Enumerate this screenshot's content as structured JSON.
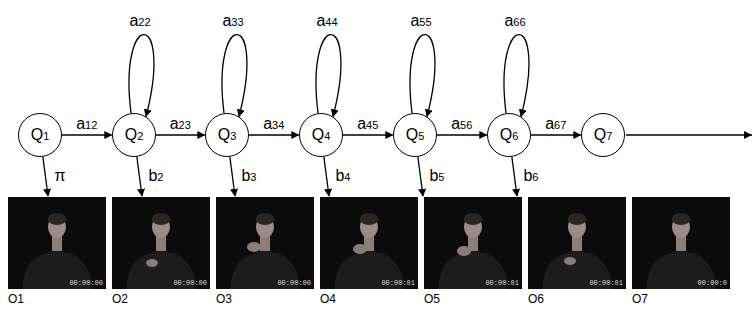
{
  "diagram": {
    "nodes": [
      {
        "text": [
          "Q1"
        ]
      },
      {
        "text": [
          "Q2"
        ]
      },
      {
        "text": [
          "Q3"
        ]
      },
      {
        "text": [
          "Q4"
        ]
      },
      {
        "text": [
          "Q5"
        ]
      },
      {
        "text": [
          "Q6"
        ]
      },
      {
        "text": [
          "Q7"
        ]
      },
      {
        "text": [
          "00:00:00",
          "O1"
        ]
      },
      {
        "text": [
          "00:00:00",
          "O2"
        ]
      },
      {
        "text": [
          "00:00:00",
          "O3"
        ]
      },
      {
        "text": [
          "00:00:01",
          "O4"
        ]
      },
      {
        "text": [
          "00:00:01",
          "O5"
        ]
      },
      {
        "text": [
          "00:00:01",
          "O6"
        ]
      },
      {
        "text": [
          "00:00:0",
          "O7"
        ]
      }
    ],
    "edges": [
      {
        "from": 0,
        "to": 1,
        "label": "a12",
        "arrow": "to"
      },
      {
        "from": 1,
        "to": 2,
        "label": "a23",
        "arrow": "to"
      },
      {
        "from": 2,
        "to": 3,
        "label": "a34",
        "arrow": "to"
      },
      {
        "from": 3,
        "to": 4,
        "label": "a45",
        "arrow": "to"
      },
      {
        "from": 4,
        "to": 5,
        "label": "a56",
        "arrow": "to"
      },
      {
        "from": 5,
        "to": 6,
        "label": "a67",
        "arrow": "to"
      },
      {
        "from": 1,
        "to": 1,
        "label": "a22",
        "arrow": "to"
      },
      {
        "from": 2,
        "to": 2,
        "label": "a33",
        "arrow": "to"
      },
      {
        "from": 3,
        "to": 3,
        "label": "a44",
        "arrow": "to"
      },
      {
        "from": 4,
        "to": 4,
        "label": "a55",
        "arrow": "to"
      },
      {
        "from": 5,
        "to": 5,
        "label": "a66",
        "arrow": "to"
      },
      {
        "from": 0,
        "to": 7,
        "label": "π",
        "arrow": "to"
      },
      {
        "from": 1,
        "to": 8,
        "label": "b2",
        "arrow": "to"
      },
      {
        "from": 2,
        "to": 9,
        "label": "b3",
        "arrow": "to"
      },
      {
        "from": 3,
        "to": 10,
        "label": "b4",
        "arrow": "to"
      },
      {
        "from": 4,
        "to": 11,
        "label": "b5",
        "arrow": "to"
      },
      {
        "from": 5,
        "to": 12,
        "label": "b6",
        "arrow": "to"
      }
    ]
  }
}
